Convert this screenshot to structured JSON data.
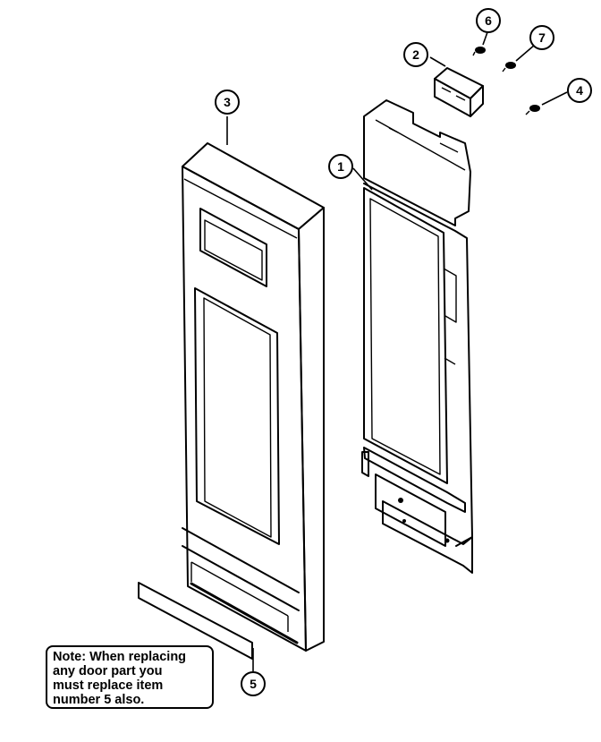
{
  "callouts": {
    "c1": "1",
    "c2": "2",
    "c3": "3",
    "c4": "4",
    "c5": "5",
    "c6": "6",
    "c7": "7"
  },
  "note": {
    "line1": "Note:  When replacing",
    "line2": "any door part you",
    "line3": "must replace item",
    "line4": "number 5 also."
  }
}
